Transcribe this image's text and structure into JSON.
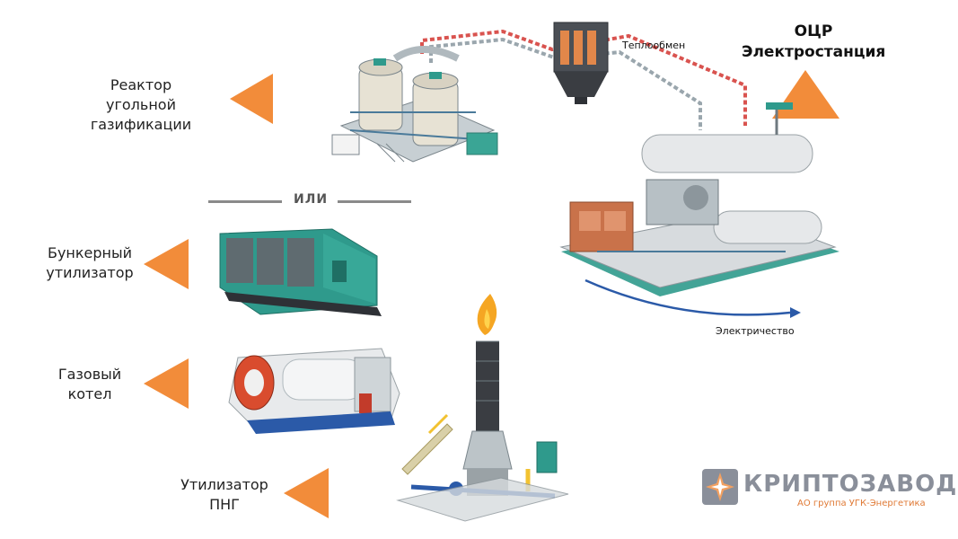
{
  "labels": {
    "coal_reactor": [
      "Реактор",
      "угольной",
      "газификации"
    ],
    "bunker": [
      "Бункерный",
      "утилизатор"
    ],
    "gas_boiler": [
      "Газовый",
      "котел"
    ],
    "png": [
      "Утилизатор",
      "ПНГ"
    ],
    "orc": [
      "ОЦР",
      "Электростанция"
    ]
  },
  "separator": "ИЛИ",
  "annotations": {
    "heat_exchange": "Теплообмен",
    "electricity": "Электричество"
  },
  "logo": {
    "name": "КРИПТОЗАВОД",
    "subtitle": "АО группа УГК-Энергетика"
  },
  "colors": {
    "arrow": "#f28c3a",
    "pipe_hot": "#d9534f",
    "pipe_cold": "#9aa6ad",
    "teal": "#2f9a8c",
    "electric_arrow": "#2b5aa8"
  }
}
